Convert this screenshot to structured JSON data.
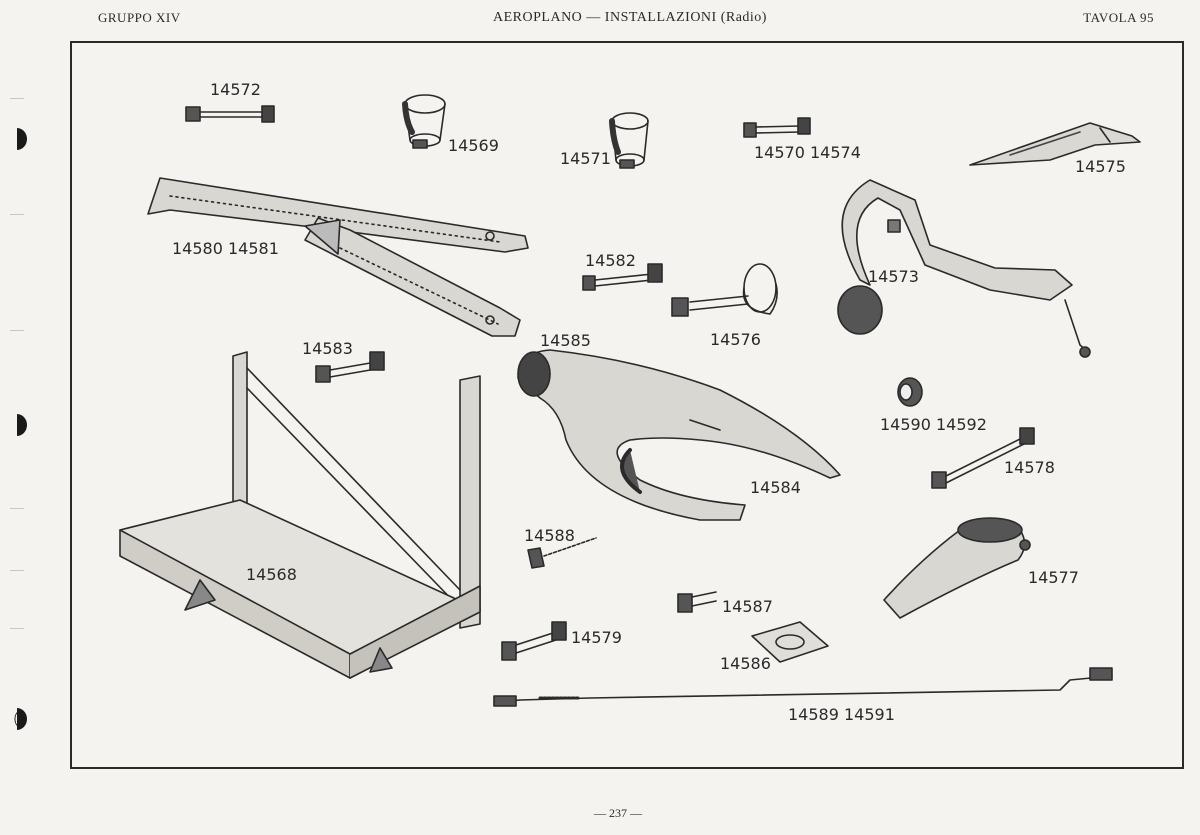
{
  "header": {
    "left": "GRUPPO XIV",
    "center": "AEROPLANO — INSTALLAZIONI (Radio)",
    "right": "TAVOLA 95"
  },
  "parts": {
    "p14572": "14572",
    "p14569": "14569",
    "p14571": "14571",
    "p14570_14574": "14570 14574",
    "p14575": "14575",
    "p14580_14581": "14580 14581",
    "p14582": "14582",
    "p14573": "14573",
    "p14576": "14576",
    "p14583": "14583",
    "p14585": "14585",
    "p14590_14592": "14590 14592",
    "p14578": "14578",
    "p14584": "14584",
    "p14568": "14568",
    "p14588": "14588",
    "p14577": "14577",
    "p14587": "14587",
    "p14579": "14579",
    "p14586": "14586",
    "p14589_14591": "14589 14591"
  },
  "footer": {
    "page": "— 237 —"
  }
}
